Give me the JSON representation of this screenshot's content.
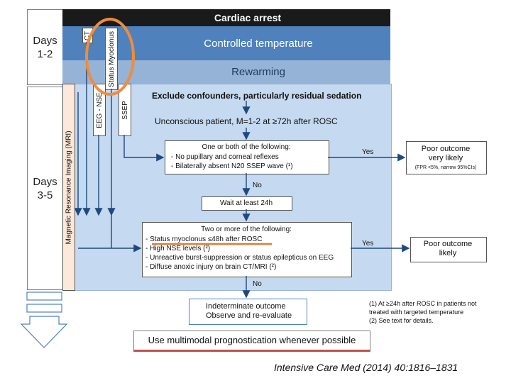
{
  "days": {
    "first": "Days\n1-2",
    "second": "Days\n3-5"
  },
  "bands": {
    "title": "Cardiac arrest",
    "controlled": "Controlled temperature",
    "rewarming": "Rewarming"
  },
  "vertical_labels": {
    "ct": "CT",
    "status_myoclonus": "Status Myoclonus",
    "eeg_nse": "EEG - NSE",
    "ssep": "SSEP",
    "mri": "Magnetic Resonance Imaging (MRI)"
  },
  "flow": {
    "exclude": "Exclude confounders, particularly residual sedation",
    "unconscious": "Unconscious patient,  M=1-2 at ≥72h after ROSC",
    "box1_title": "One or both of the following:",
    "box1_items": [
      "-   No pupillary and corneal reflexes",
      "-   Bilaterally absent N20 SSEP wave (¹)"
    ],
    "no_label": "No",
    "wait": "Wait at least 24h",
    "box2_title": "Two or more of the following:",
    "box2_items": [
      "-   Status myoclonus ≤48h after ROSC",
      "-   High  NSE levels (²)",
      "-   Unreactive burst-suppression or status epilepticus on EEG",
      "-   Diffuse anoxic injury on brain CT/MRI (²)"
    ],
    "yes_label": "Yes",
    "poor1_title": "Poor outcome\nvery likely",
    "poor1_sub": "(FPR <5%, narrow 95%CIs)",
    "poor2_title": "Poor outcome\nlikely",
    "indeterminate_1": "Indeterminate outcome",
    "indeterminate_2": "Observe and re-evaluate",
    "footnotes": [
      "(1)  At ≥24h after ROSC in patients not",
      "       treated with targeted temperature",
      "(2)  See text for details."
    ],
    "multimodal": "Use multimodal prognostication whenever possible"
  },
  "citation": "Intensive Care Med (2014) 40:1816–1831",
  "colors": {
    "title_band": "#1a1a1a",
    "controlled_band": "#4f81bd",
    "rewarming_band": "#95b3d7",
    "main_area": "#c5d9f1",
    "orange_mri": "#fde9d9",
    "annotation_orange": "#f08c3a",
    "underline": "#c0504d"
  }
}
